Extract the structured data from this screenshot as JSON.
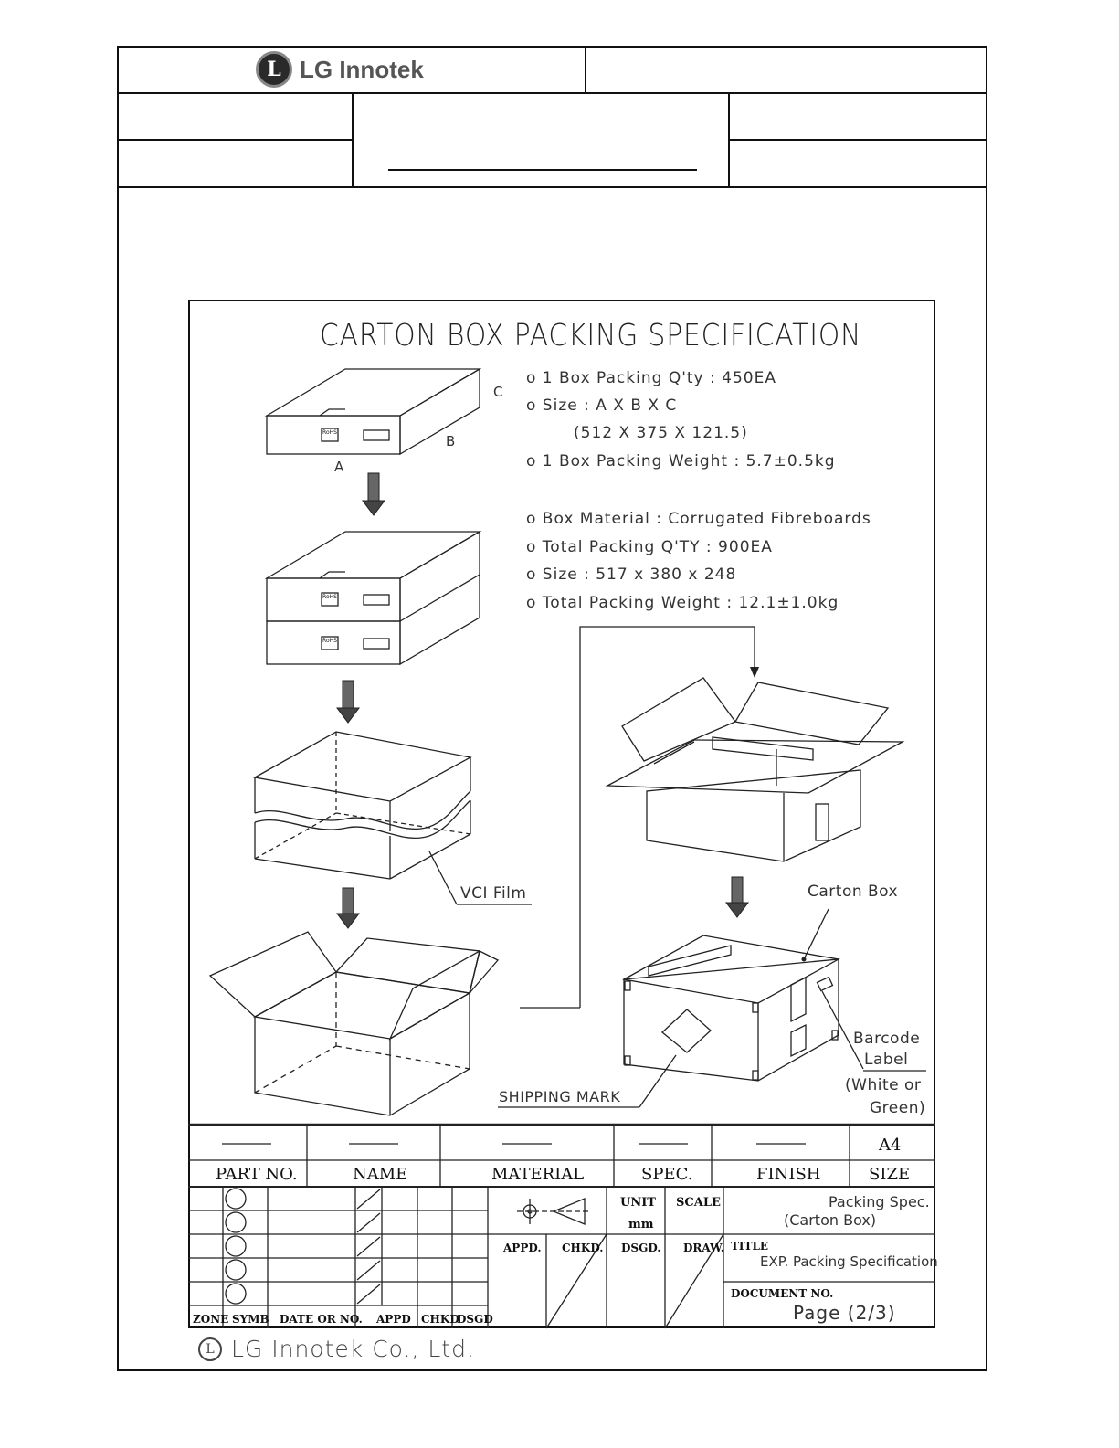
{
  "header": {
    "company": "LG Innotek",
    "logo_letter": "L"
  },
  "drawing": {
    "title": "CARTON BOX PACKING SPECIFICATION",
    "specs": [
      "o 1 Box Packing Q'ty : 450EA",
      "o Size : A X B X C",
      "(512 X 375 X 121.5)",
      "o 1 Box Packing Weight : 5.7±0.5kg",
      "o Box Material : Corrugated Fibreboards",
      "o Total Packing Q'TY : 900EA",
      "o Size : 517 x 380 x 248",
      "o Total Packing Weight : 12.1±1.0kg"
    ],
    "labels": {
      "dim_a": "A",
      "dim_b": "B",
      "dim_c": "C",
      "rohs": "RoHS",
      "vci_film": "VCI Film",
      "carton_box": "Carton Box",
      "barcode_1": "Barcode",
      "barcode_2": "Label",
      "barcode_3": "(White or",
      "barcode_4": "Green)",
      "shipping_mark": "SHIPPING MARK"
    }
  },
  "title_block": {
    "headers": [
      "PART NO.",
      "NAME",
      "MATERIAL",
      "SPEC.",
      "FINISH",
      "SIZE"
    ],
    "size_value": "A4",
    "revision_headers": [
      "ZONE",
      "SYMB",
      "DATE OR NO.",
      "APPD",
      "CHKD",
      "DSGD"
    ],
    "unit_label": "UNIT",
    "unit_value": "mm",
    "scale_label": "SCALE",
    "name_line1": "Packing Spec.",
    "name_line2": "(Carton Box)",
    "sign_labels": [
      "APPD.",
      "CHKD.",
      "DSGD.",
      "DRAW."
    ],
    "title_label": "TITLE",
    "title_value": "EXP. Packing Specification",
    "doc_label": "DOCUMENT NO.",
    "doc_value": "Page (2/3)"
  },
  "footer": {
    "company": "LG Innotek Co., Ltd.",
    "logo_letter": "L"
  }
}
